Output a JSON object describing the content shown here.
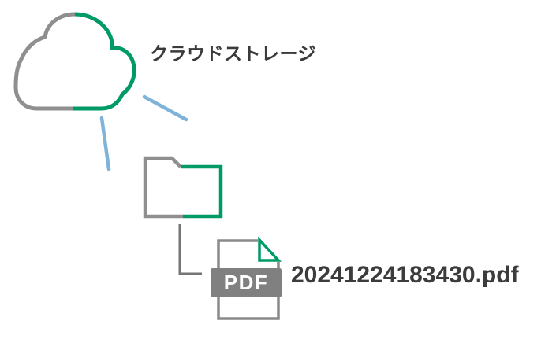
{
  "cloud": {
    "icon": "cloud-icon",
    "label": "クラウドストレージ"
  },
  "folder": {
    "icon": "folder-icon"
  },
  "file": {
    "icon": "pdf-file-icon",
    "badge": "PDF",
    "name": "20241224183430.pdf"
  },
  "connectors": [
    {
      "name": "cloud-connector-line-right"
    },
    {
      "name": "cloud-connector-line-left"
    },
    {
      "name": "folder-to-file-connector"
    }
  ],
  "colors": {
    "green": "#009a66",
    "gray": "#8f8f8f",
    "page_gray": "#8a8a8a",
    "band_gray": "#808080",
    "connector_gray": "#757575",
    "blue": "#7fb3d9",
    "label_dark": "#3a3a3a",
    "file_name_dark": "#3c3c3c",
    "badge_text": "#ffffff"
  }
}
